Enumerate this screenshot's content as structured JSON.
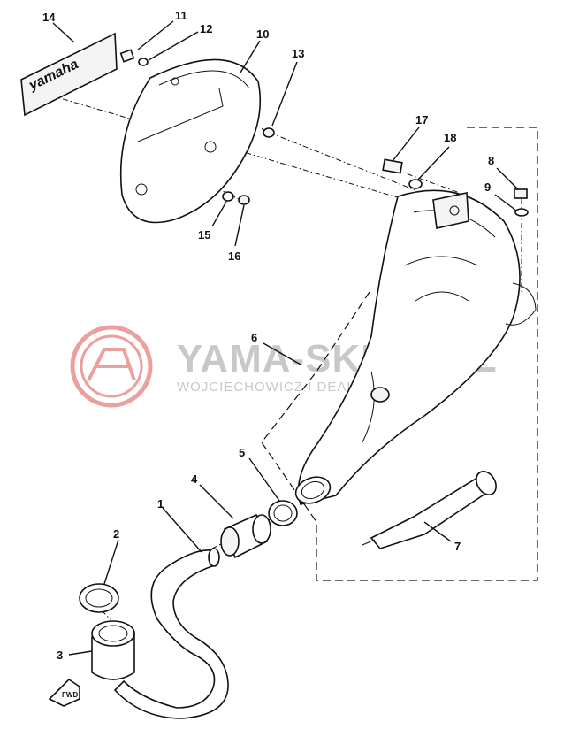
{
  "callouts": {
    "c1": "1",
    "c2": "2",
    "c3": "3",
    "c4": "4",
    "c5": "5",
    "c6": "6",
    "c7": "7",
    "c8": "8",
    "c9": "9",
    "c10": "10",
    "c11": "11",
    "c12": "12",
    "c13": "13",
    "c14": "14",
    "c15": "15",
    "c16": "16",
    "c17": "17",
    "c18": "18"
  },
  "watermark": {
    "title": "YAMA-SKLEP.PL",
    "subtitle": "WOJCIECHOWICZ I DEALER YAMAHA",
    "logo_color": "#e05050",
    "text_color": "#c8c8c8"
  },
  "decal": {
    "text": "yamaha"
  },
  "fwd_arrow": {
    "text": "FWD"
  }
}
